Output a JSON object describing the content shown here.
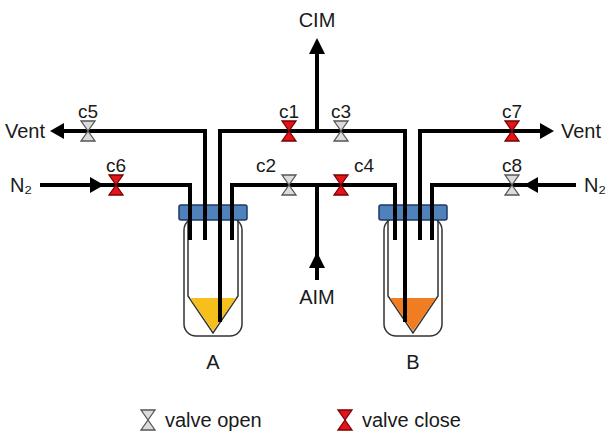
{
  "diagram": {
    "labels": [
      "CIM",
      "c5",
      "c1",
      "c3",
      "c7",
      "Vent",
      "Vent",
      "c6",
      "c8",
      "N₂",
      "c2",
      "c4",
      "N₂",
      "AIM",
      "A",
      "B"
    ],
    "legend": [
      {
        "text": "valve open"
      },
      {
        "text": "valve close"
      }
    ]
  }
}
